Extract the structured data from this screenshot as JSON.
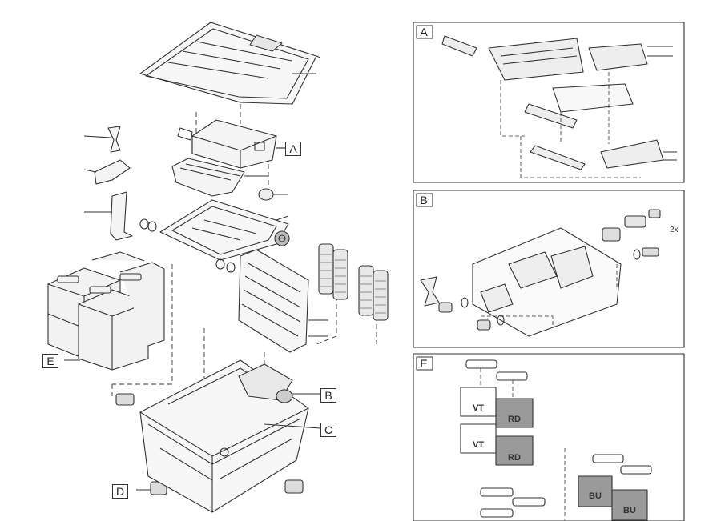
{
  "callouts": {
    "a": "A",
    "b": "B",
    "c": "C",
    "d": "D",
    "e": "E"
  },
  "panels": {
    "a": {
      "label": "A"
    },
    "b": {
      "label": "B",
      "quantity": "2x"
    },
    "e": {
      "label": "E",
      "tags": {
        "vt1": "VT",
        "rd1": "RD",
        "vt2": "VT",
        "rd2": "RD",
        "bu1": "BU",
        "bu2": "BU"
      }
    }
  },
  "colors": {
    "line": "#333333",
    "fill": "#f4f4f4",
    "media_dark": "#9a9a9a",
    "media_light": "#ffffff"
  }
}
